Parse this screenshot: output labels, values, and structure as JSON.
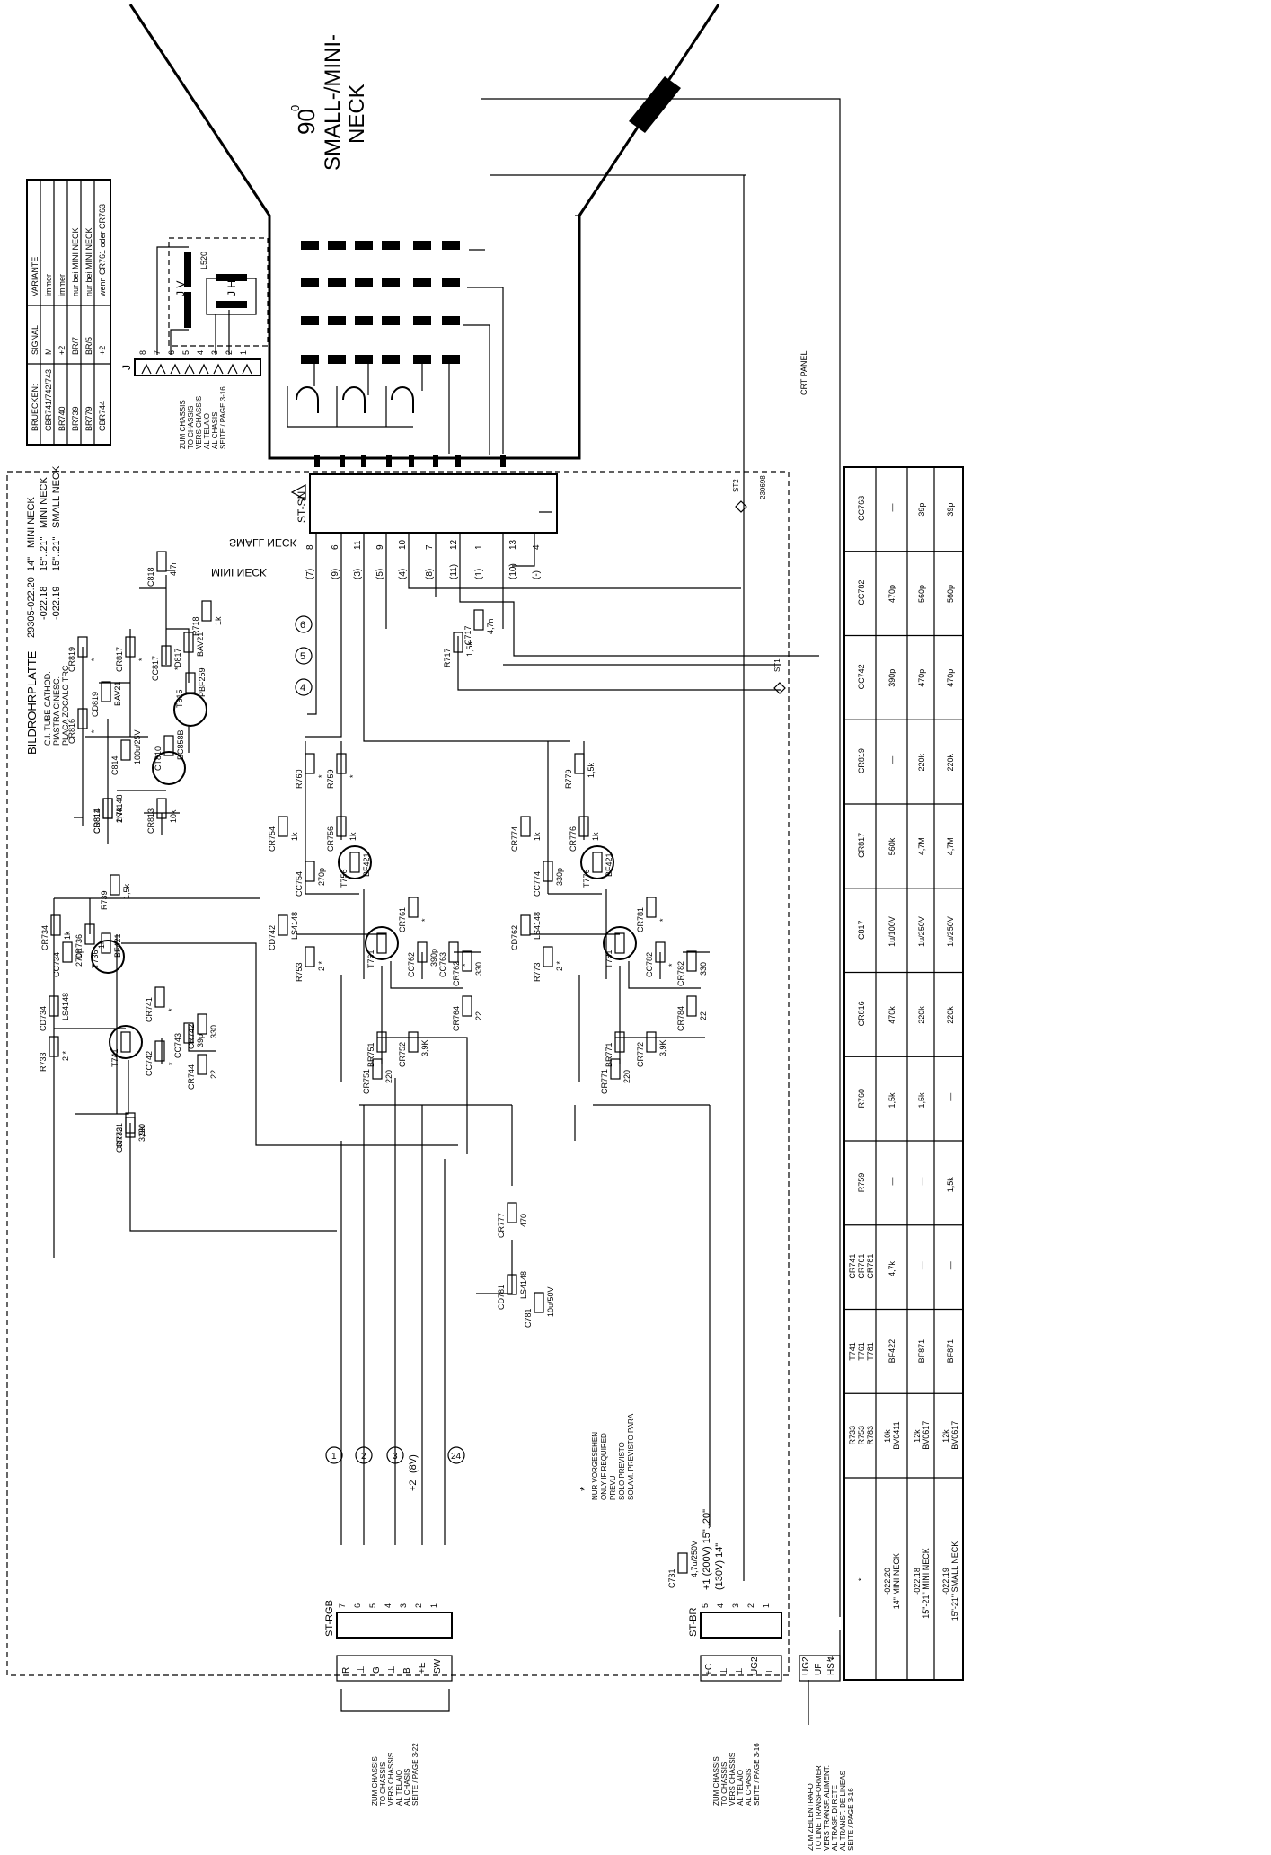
{
  "crt": {
    "angle": "90",
    "deg": "0",
    "type_line1": "SMALL-/MINI-",
    "type_line2": "NECK",
    "panel_label": "CRT PANEL"
  },
  "bridge_table": {
    "headers": [
      "BRUECKEN:",
      "SIGNAL",
      "VARIANTE"
    ],
    "rows": [
      [
        "CBR741/742/743",
        "M",
        "immer"
      ],
      [
        "BR740",
        "+2",
        "immer"
      ],
      [
        "BR739",
        "BR/7",
        "nur bei MINI NECK"
      ],
      [
        "BR779",
        "BR/5",
        "nur bei MINI NECK"
      ],
      [
        "CBR744",
        "+2",
        "wenn CR761 oder CR763"
      ]
    ]
  },
  "title_block": {
    "title": "BILDROHRPLATTE",
    "subtitle_lines": [
      "C.I. TUBE CATHOD.",
      "PIASTRA CINESC.",
      "PLACA ZOCALO TRC"
    ],
    "variants": [
      {
        "code": "29305-022.20",
        "size": "14\"",
        "neck": "MINI NECK"
      },
      {
        "code": "-022.18",
        "size": "15\"..21\"",
        "neck": "MINI NECK"
      },
      {
        "code": "-022.19",
        "size": "15\"..21\"",
        "neck": "SMALL NECK"
      }
    ]
  },
  "socket": {
    "name": "ST-SN",
    "small_neck_label": "SMALL NECK",
    "mini_neck_label": "MINI NECK",
    "small_pins": [
      "8",
      "6",
      "11",
      "9",
      "10",
      "7",
      "12",
      "1",
      "13",
      "4"
    ],
    "mini_pins": [
      "(7)",
      "(9)",
      "(3)",
      "(5)",
      "(4)",
      "(8)",
      "(11)",
      "(1)",
      "(10)",
      "(-)"
    ],
    "code": "230698"
  },
  "yoke_connector": {
    "name": "J",
    "pins": [
      "8",
      "7",
      "6",
      "5",
      "4",
      "3",
      "2",
      "1"
    ],
    "coils": [
      "J V",
      "J H"
    ],
    "part": "L520",
    "dest_lines": [
      "ZUM CHASSIS",
      "TO CHASSIS",
      "VERS CHASSIS",
      "AL TELAIO",
      "AL CHASIS",
      "SEITE / PAGE 3-16"
    ]
  },
  "rgb_connector": {
    "name": "ST-RGB",
    "pins": [
      "7",
      "6",
      "5",
      "4",
      "3",
      "2",
      "1"
    ],
    "signals": [
      "R",
      "⊥",
      "G",
      "⊥",
      "B",
      "+E",
      "SW"
    ],
    "circles": [
      "1",
      "2",
      "3",
      "24"
    ],
    "plus2_label": "+2",
    "plus2_volt": "(8V)",
    "dest_lines": [
      "ZUM CHASSIS",
      "TO CHASSIS",
      "VERS CHASSIS",
      "AL TELAIO",
      "AL CHASIS",
      "SEITE / PAGE 3-22"
    ]
  },
  "br_connector": {
    "name": "ST-BR",
    "pins": [
      "5",
      "4",
      "3",
      "2",
      "1"
    ],
    "signals": [
      "+C",
      "⊥",
      "⊥",
      "UG2",
      "⊥"
    ],
    "supply_label": "+1 (200V) 15\"..20\"",
    "supply_label2": "(130V) 14\"",
    "dest_lines": [
      "ZUM CHASSIS",
      "TO CHASSIS",
      "VERS CHASSIS",
      "AL TELAIO",
      "AL CHASIS",
      "SEITE / PAGE 3-16"
    ]
  },
  "line_transformer": {
    "signals": [
      "UG2",
      "UF",
      "HS↯"
    ],
    "dest_lines": [
      "ZUM ZEILENTRAFO",
      "TO LINE TRANSFORMER",
      "VERS TRANSF. ALIMENT.",
      "AL TRASF. DI RETE",
      "AL TRANSF. DE LINEAS",
      "SEITE / PAGE 3-16"
    ]
  },
  "note": {
    "mark": "*",
    "lines": [
      "NUR VORGESEHEN",
      "ONLY IF REQUIRED",
      "PREVU",
      "SOLO PREVISTO",
      "SOLAM. PREVISTO PARA"
    ]
  },
  "nodes": [
    "4",
    "5",
    "6"
  ],
  "components": {
    "top_left": [
      {
        "ref": "CR819",
        "val": "*"
      },
      {
        "ref": "CR817",
        "val": "*"
      },
      {
        "ref": "CR816",
        "val": "*"
      },
      {
        "ref": "CD819",
        "val": "BAV21"
      },
      {
        "ref": "D817",
        "val": "BAV21"
      },
      {
        "ref": "CC817",
        "val": "*"
      },
      {
        "ref": "C818",
        "val": "4,7n"
      },
      {
        "ref": "R718",
        "val": "1k"
      },
      {
        "ref": "T815",
        "val": "PBF259"
      },
      {
        "ref": "CT810",
        "val": "BC858B"
      },
      {
        "ref": "C814",
        "val": "100u/25V"
      },
      {
        "ref": "CD811",
        "val": "1N4148"
      },
      {
        "ref": "CR814",
        "val": "2,7k"
      },
      {
        "ref": "CR813",
        "val": "10k"
      },
      {
        "ref": "C717",
        "val": "4,7n"
      },
      {
        "ref": "R717",
        "val": "1,5k"
      }
    ],
    "red_stage": [
      {
        "ref": "CR734",
        "val": "1k"
      },
      {
        "ref": "CC734",
        "val": "270p"
      },
      {
        "ref": "CR736",
        "val": "1k"
      },
      {
        "ref": "R739",
        "val": "1,5k"
      },
      {
        "ref": "T736",
        "val": "BF421"
      },
      {
        "ref": "CD734",
        "val": "LS4148"
      },
      {
        "ref": "T741",
        "val": "*"
      },
      {
        "ref": "R733",
        "val": "2 *"
      },
      {
        "ref": "CR741",
        "val": "*"
      },
      {
        "ref": "CC742",
        "val": "*"
      },
      {
        "ref": "CC743",
        "val": "39p"
      },
      {
        "ref": "CR742",
        "val": "330"
      },
      {
        "ref": "CR744",
        "val": "22"
      },
      {
        "ref": "CR732",
        "val": "3,9k"
      },
      {
        "ref": "CR731",
        "val": "220"
      }
    ],
    "green_stage": [
      {
        "ref": "R760",
        "val": "*"
      },
      {
        "ref": "R759",
        "val": "*"
      },
      {
        "ref": "CR754",
        "val": "1k"
      },
      {
        "ref": "CR756",
        "val": "1k"
      },
      {
        "ref": "CC754",
        "val": "270p"
      },
      {
        "ref": "T756",
        "val": "BF421"
      },
      {
        "ref": "CD742",
        "val": "LS4148"
      },
      {
        "ref": "R753",
        "val": "2 *"
      },
      {
        "ref": "T761",
        "val": "*"
      },
      {
        "ref": "CR761",
        "val": "*"
      },
      {
        "ref": "CC762",
        "val": "390p"
      },
      {
        "ref": "CC763",
        "val": "*"
      },
      {
        "ref": "CR762",
        "val": "330"
      },
      {
        "ref": "CR764",
        "val": "22"
      },
      {
        "ref": "BR751",
        "val": ""
      },
      {
        "ref": "CR752",
        "val": "3,9K"
      },
      {
        "ref": "CR751",
        "val": "220"
      },
      {
        "ref": "CR777",
        "val": "470"
      },
      {
        "ref": "CD781",
        "val": "LS4148"
      },
      {
        "ref": "C781",
        "val": "10u/50V"
      }
    ],
    "blue_stage": [
      {
        "ref": "R779",
        "val": "1,5k"
      },
      {
        "ref": "CR774",
        "val": "1k"
      },
      {
        "ref": "CR776",
        "val": "1k"
      },
      {
        "ref": "CC774",
        "val": "330p"
      },
      {
        "ref": "T776",
        "val": "BF421"
      },
      {
        "ref": "CD762",
        "val": "LS4148"
      },
      {
        "ref": "R773",
        "val": "2 *"
      },
      {
        "ref": "T781",
        "val": "*"
      },
      {
        "ref": "CR781",
        "val": "*"
      },
      {
        "ref": "CC782",
        "val": "*"
      },
      {
        "ref": "CR782",
        "val": "330"
      },
      {
        "ref": "CR784",
        "val": "22"
      },
      {
        "ref": "BR771",
        "val": ""
      },
      {
        "ref": "CR772",
        "val": "3,9K"
      },
      {
        "ref": "CR771",
        "val": "220"
      },
      {
        "ref": "C731",
        "val": "4,7u/250V"
      }
    ]
  },
  "variant_table": {
    "headers": [
      "*",
      "R733\nR753\nR783",
      "T741\nT761\nT781",
      "CR741\nCR761\nCR781",
      "R759",
      "R760",
      "CR816",
      "C817",
      "CR817",
      "CR819",
      "CC742",
      "CC782",
      "CC763"
    ],
    "rows": [
      [
        "-022.20\n14\" MINI NECK",
        "10k\nBV0411",
        "BF422",
        "4,7k",
        "—",
        "1,5k",
        "470k",
        "1u/100V",
        "560k",
        "—",
        "390p",
        "470p",
        "—"
      ],
      [
        "-022.18\n15\"-21\" MINI NECK",
        "12k\nBV0617",
        "BF871",
        "—",
        "—",
        "1,5k",
        "220k",
        "1u/250V",
        "4,7M",
        "220k",
        "470p",
        "560p",
        "39p"
      ],
      [
        "-022.19\n15\"-21\" SMALL NECK",
        "12k\nBV0617",
        "BF871",
        "—",
        "1,5k",
        "—",
        "220k",
        "1u/250V",
        "4,7M",
        "220k",
        "470p",
        "560p",
        "39p"
      ]
    ]
  },
  "test_points": [
    "ST1",
    "ST2"
  ],
  "supplies": [
    "+1",
    "+2",
    "M"
  ]
}
